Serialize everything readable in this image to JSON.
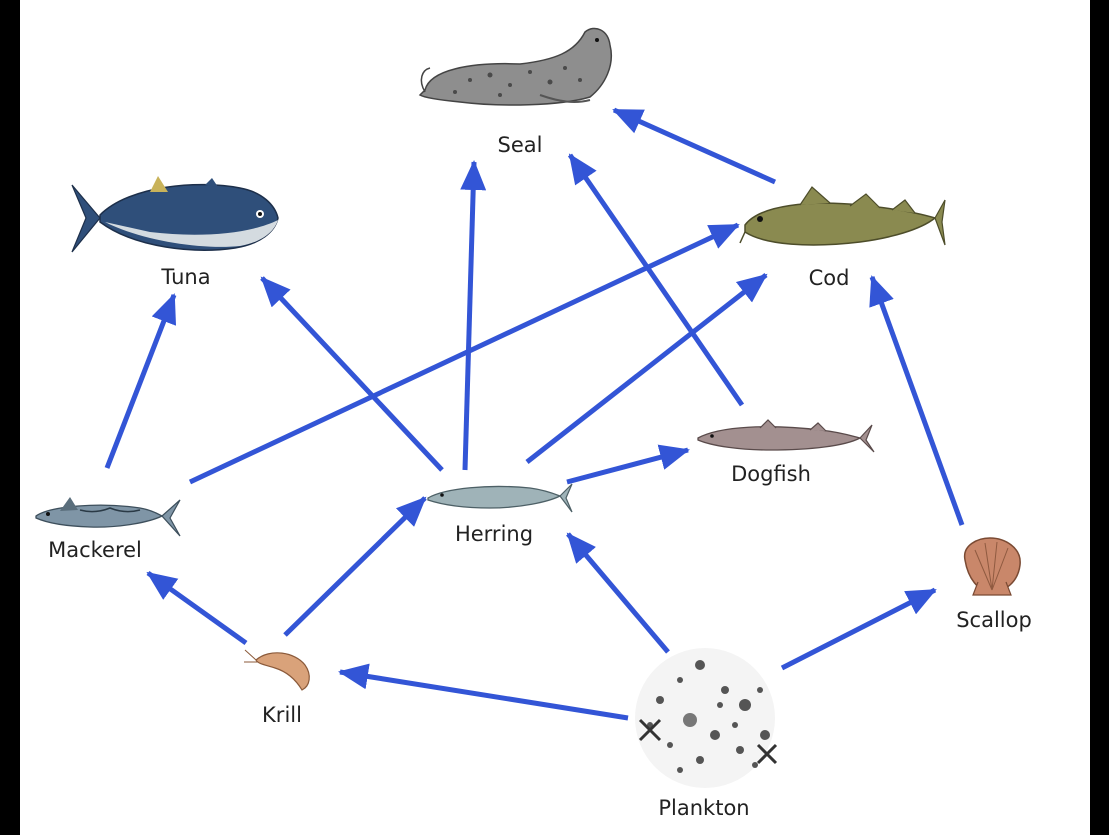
{
  "organisms": {
    "seal": "Seal",
    "tuna": "Tuna",
    "cod": "Cod",
    "dogfish": "Dogfish",
    "mackerel": "Mackerel",
    "herring": "Herring",
    "scallop": "Scallop",
    "krill": "Krill",
    "plankton": "Plankton"
  },
  "links": [
    {
      "from": "Plankton",
      "to": "Krill"
    },
    {
      "from": "Plankton",
      "to": "Herring"
    },
    {
      "from": "Plankton",
      "to": "Scallop"
    },
    {
      "from": "Krill",
      "to": "Mackerel"
    },
    {
      "from": "Krill",
      "to": "Herring"
    },
    {
      "from": "Mackerel",
      "to": "Tuna"
    },
    {
      "from": "Mackerel",
      "to": "Cod"
    },
    {
      "from": "Herring",
      "to": "Tuna"
    },
    {
      "from": "Herring",
      "to": "Seal"
    },
    {
      "from": "Herring",
      "to": "Cod"
    },
    {
      "from": "Herring",
      "to": "Dogfish"
    },
    {
      "from": "Dogfish",
      "to": "Seal"
    },
    {
      "from": "Cod",
      "to": "Seal"
    },
    {
      "from": "Scallop",
      "to": "Cod"
    }
  ],
  "colors": {
    "arrow": "#3355d6",
    "background": "#ffffff",
    "frame": "#000000"
  }
}
